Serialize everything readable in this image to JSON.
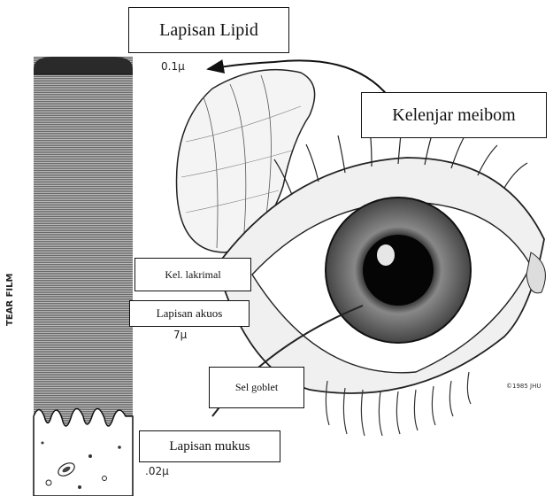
{
  "labels": {
    "lipid_layer": "Lapisan Lipid",
    "meibomian_gland": "Kelenjar meibom",
    "lacrimal_gland": "Kel. lakrimal",
    "aqueous_layer": "Lapisan akuos",
    "goblet_cell": "Sel goblet",
    "mucus_layer": "Lapisan mukus"
  },
  "measurements": {
    "lipid": "0.1μ",
    "aqueous": "7μ",
    "mucus": ".02μ"
  },
  "side_label": "TEAR FILM",
  "signature": "©1985 JHU",
  "colors": {
    "ink": "#111111",
    "film_gray": "#8a8a8a",
    "lipid_dark": "#2a2a2a"
  }
}
